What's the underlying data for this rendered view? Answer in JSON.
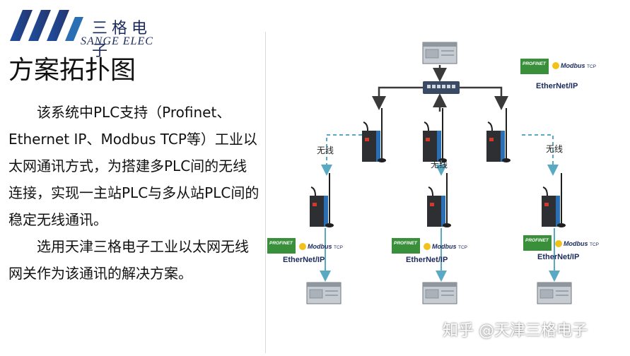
{
  "logo": {
    "cn": "三格电子",
    "en": "SANGE ELEC"
  },
  "title": "方案拓扑图",
  "paragraph1": "该系统中PLC支持（Profinet、Ethernet IP、Modbus TCP等）工业以太网通讯方式，为搭建多PLC间的无线连接，实现一主站PLC与多从站PLC间的稳定无线通讯。",
  "paragraph2": "选用天津三格电子工业以太网无线网关作为该通讯的解决方案。",
  "diagram": {
    "wireless_label": "无线",
    "protocols": {
      "profinet": "PROFINET",
      "modbus": "Modbus",
      "tcp": "TCP",
      "ethernetip": "EtherNet/IP"
    }
  },
  "watermark": "知乎 @天津三格电子",
  "colors": {
    "arrow_dark": "#3a3a3a",
    "wireless_arrow": "#5aa9c2",
    "device_blue": "#2a6fb4",
    "profinet_green": "#3a8f3a",
    "brand_navy": "#1b2a5c"
  }
}
